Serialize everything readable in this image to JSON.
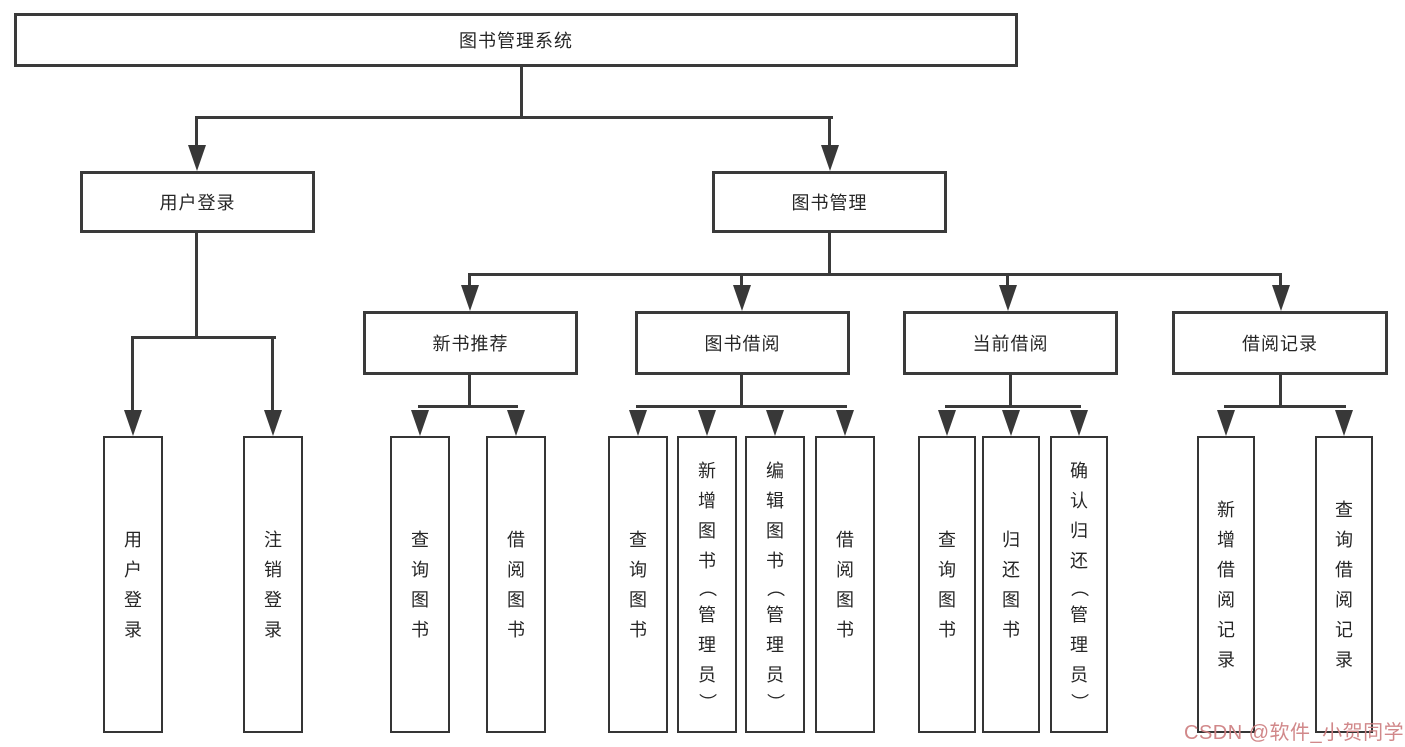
{
  "diagram": {
    "title": "图书管理系统",
    "root": {
      "label": "图书管理系统"
    },
    "level2": {
      "user_login": {
        "label": "用户登录"
      },
      "book_mgmt": {
        "label": "图书管理"
      }
    },
    "level3": {
      "new_books": {
        "label": "新书推荐"
      },
      "book_borrow": {
        "label": "图书借阅"
      },
      "current_borrow": {
        "label": "当前借阅"
      },
      "borrow_records": {
        "label": "借阅记录"
      }
    },
    "leaves": {
      "login": [
        "用户登录",
        "注销登录"
      ],
      "newbook": [
        "查询图书",
        "借阅图书"
      ],
      "borrow": [
        "查询图书",
        "新增图书（管理员）",
        "编辑图书（管理员）",
        "借阅图书"
      ],
      "current": [
        "查询图书",
        "归还图书",
        "确认归还（管理员）"
      ],
      "records": [
        "新增借阅记录",
        "查询借阅记录"
      ]
    }
  },
  "watermark": {
    "text": "CSDN @软件_小贺同学"
  },
  "colors": {
    "line": "#3a3a3a",
    "text": "#262626",
    "background": "#ffffff",
    "watermark": "#cf8284"
  }
}
